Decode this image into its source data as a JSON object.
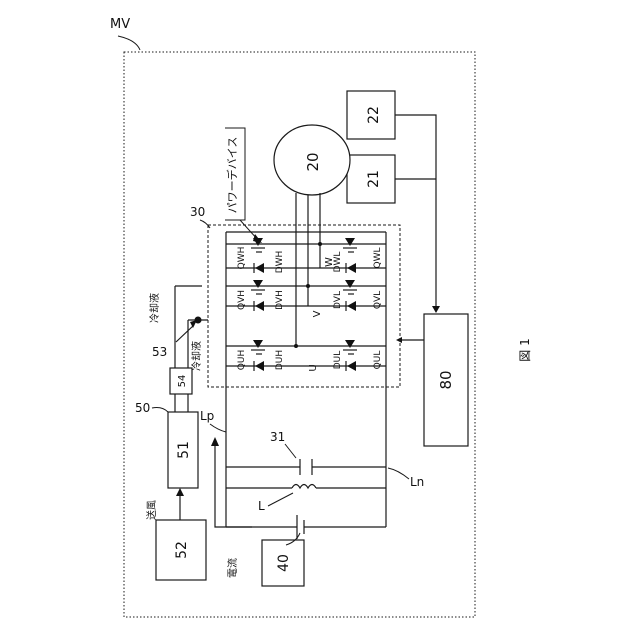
{
  "figure": {
    "frame_label": "MV",
    "caption": "図 1"
  },
  "labels": {
    "box_22": "22",
    "box_21": "21",
    "motor_20": "20",
    "box_80": "80",
    "box_51": "51",
    "box_52": "52",
    "box_54": "54",
    "box_40": "40",
    "ref_30": "30",
    "ref_31": "31",
    "ref_50": "50",
    "ref_53": "53",
    "ref_L": "L",
    "ref_Lp": "Lp",
    "ref_Ln": "Ln",
    "power_device": "パワーデバイス",
    "coolant_out": "冷却液",
    "coolant_in": "冷却液",
    "air_flow": "送風",
    "current": "電流",
    "phase_u": "U",
    "phase_v": "V",
    "phase_w": "W"
  },
  "switches": {
    "high": [
      "QUH",
      "QVH",
      "QWH"
    ],
    "low": [
      "QUL",
      "QVL",
      "QWL"
    ]
  },
  "diodes": {
    "high": [
      "DUH",
      "DVH",
      "DWH"
    ],
    "low": [
      "DUL",
      "DVL",
      "DWL"
    ]
  }
}
